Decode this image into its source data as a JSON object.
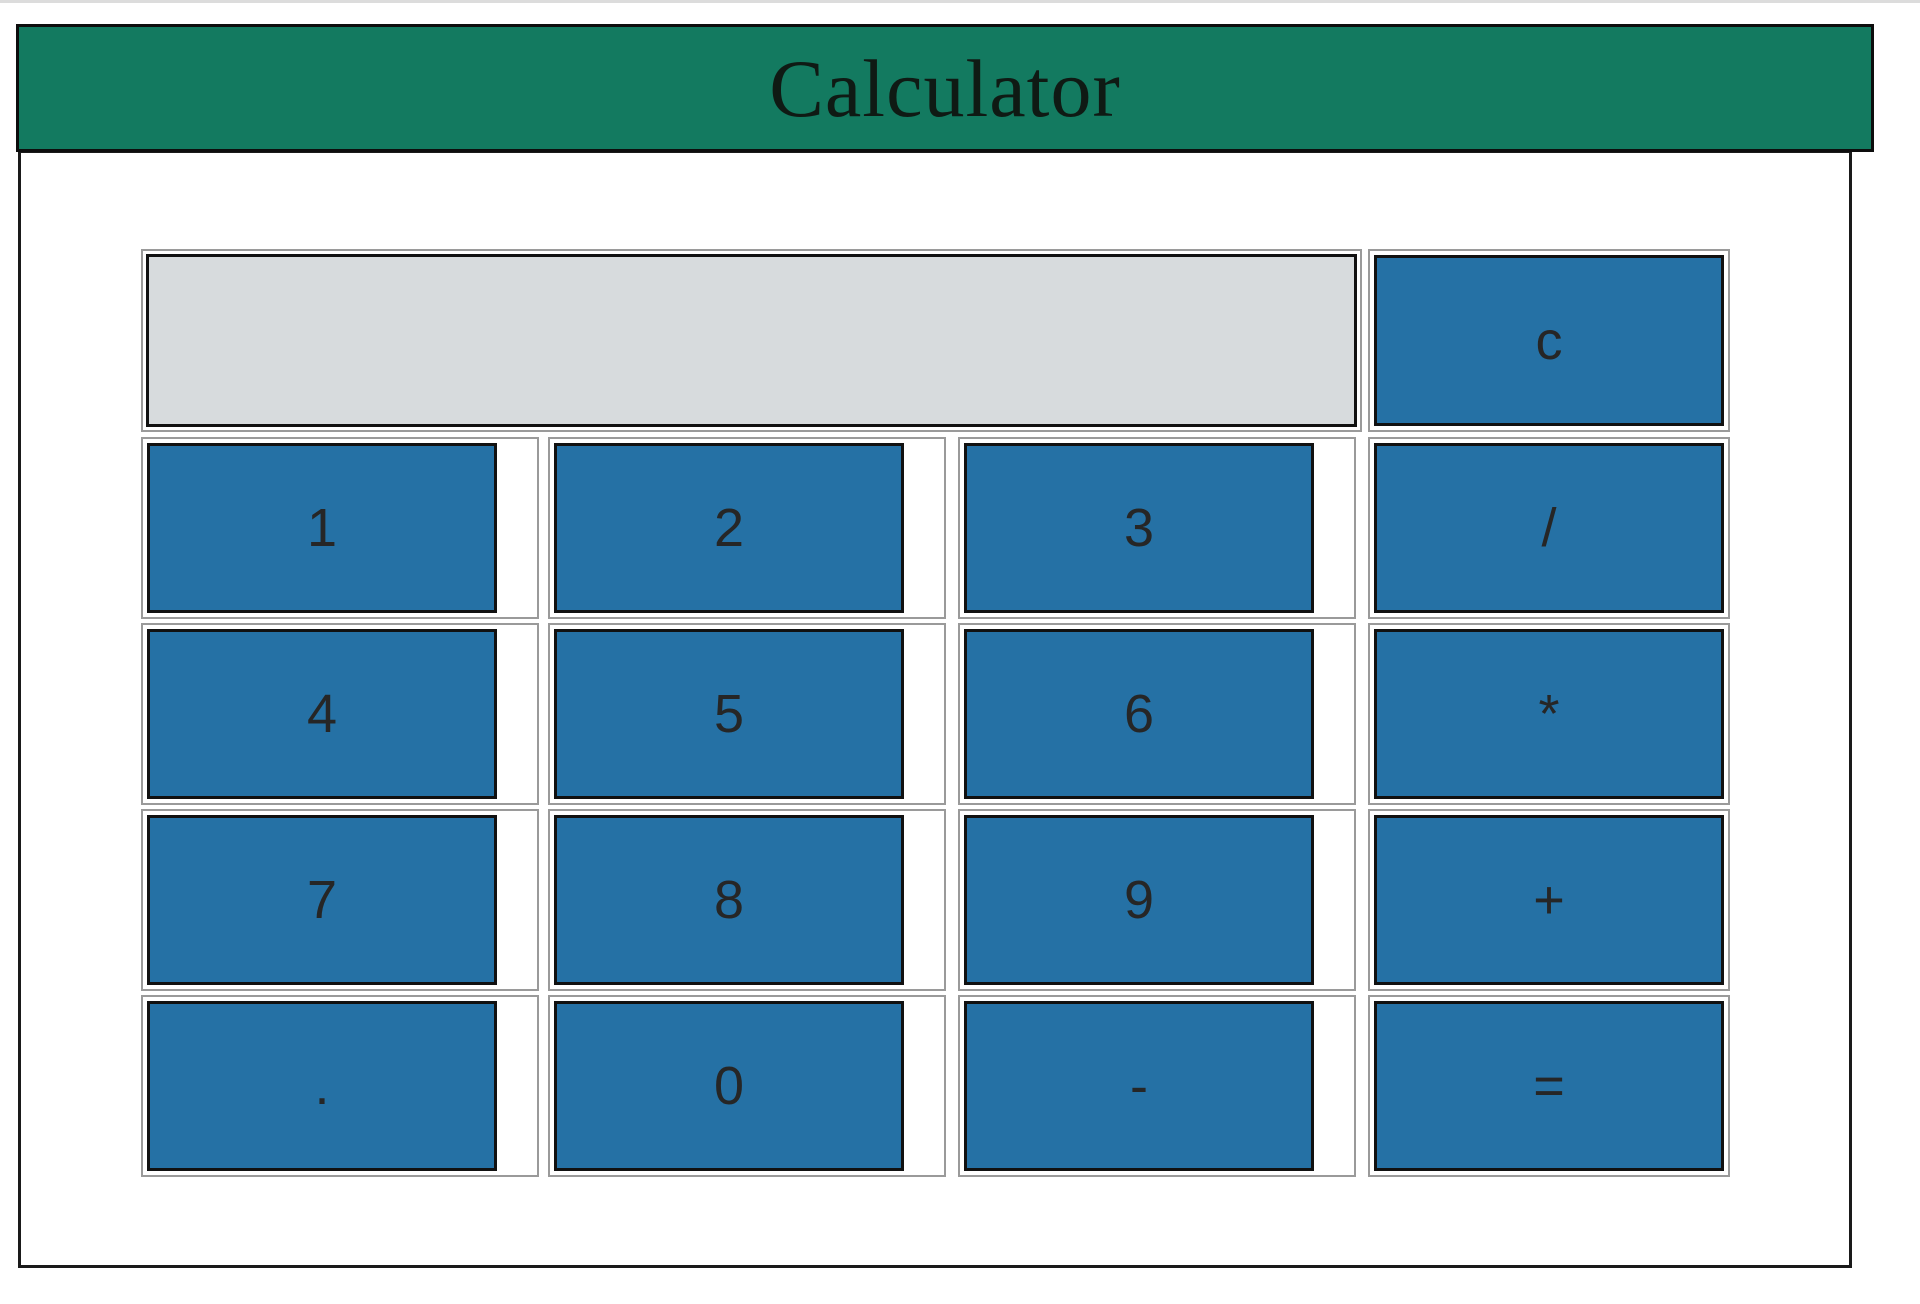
{
  "app": {
    "title": "Calculator"
  },
  "display": {
    "value": ""
  },
  "clear_label": "c",
  "keys": {
    "row1": [
      "1",
      "2",
      "3",
      "/"
    ],
    "row2": [
      "4",
      "5",
      "6",
      "*"
    ],
    "row3": [
      "7",
      "8",
      "9",
      "+"
    ],
    "row4": [
      ".",
      "0",
      "-",
      "="
    ]
  },
  "colors": {
    "title_bar": "#137a60",
    "key": "#2571a5",
    "display": "#d7dbdd"
  }
}
